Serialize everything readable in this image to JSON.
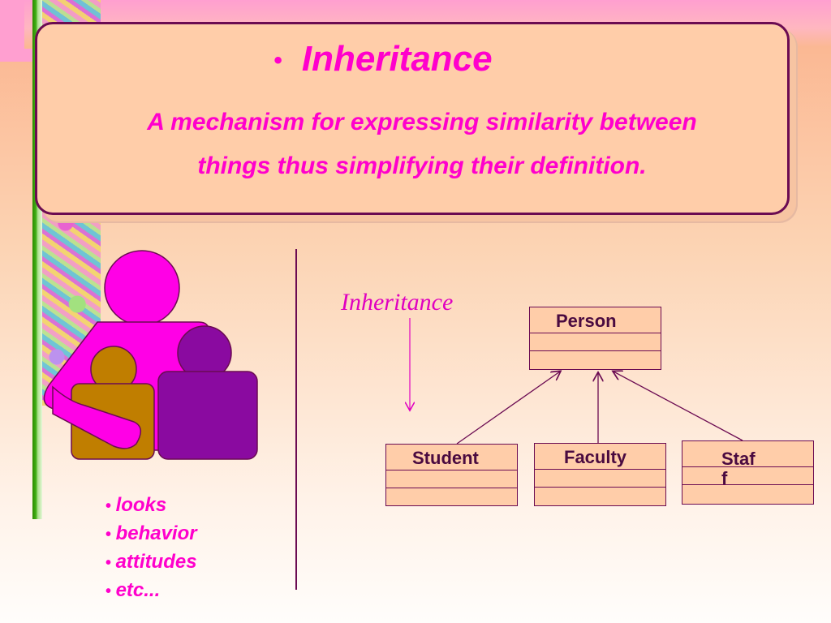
{
  "slide": {
    "title": "Inheritance",
    "subtitle": "A mechanism for expressing similarity between things thus simplifying their definition.",
    "side_label": "Inheritance",
    "bullets": [
      "looks",
      "behavior",
      "attitudes",
      "etc..."
    ]
  },
  "diagram": {
    "parent_class": "Person",
    "child_classes": [
      "Student",
      "Faculty",
      "Staf\nf"
    ]
  },
  "colors": {
    "accent": "#ff00cc",
    "border": "#6b0b52",
    "box_fill": "#ffcda9"
  },
  "icons": [
    "people-group-icon",
    "down-arrow-icon",
    "inheritance-arrow-icon"
  ]
}
